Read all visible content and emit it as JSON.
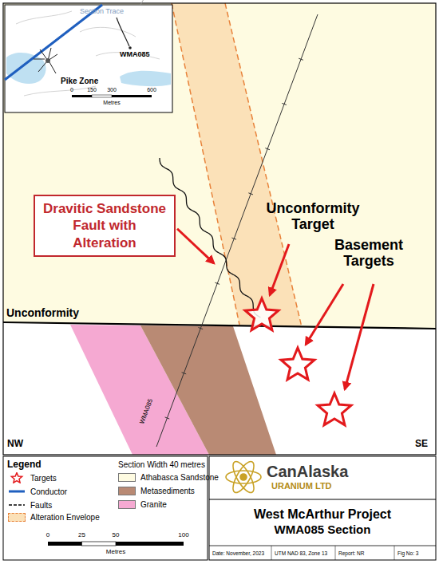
{
  "diagram": {
    "nodes": [
      {
        "text": [
          "Dravitic Sandstone Fault with Alteration"
        ]
      },
      {
        "text": [
          "West McArthur Project",
          "WMA085 Section"
        ]
      }
    ],
    "labels": [
      "Section Trace",
      "WMA085",
      "Pike Zone",
      "0",
      "150",
      "300",
      "600",
      "Metres",
      "Unconformity",
      "Unconformity Target",
      "Basement Targets",
      "WMA085",
      "NW",
      "SE",
      "Legend",
      "Section Width 40 metres",
      "0",
      "25",
      "50",
      "100",
      "Metres",
      "CanAlaska",
      "URANIUM LTD",
      "Date: November, 2023",
      "UTM NAD 83, Zone 13",
      "Report: NR",
      "Fig No: 3"
    ],
    "legend": [
      {
        "text": "Targets"
      },
      {
        "text": "Conductor"
      },
      {
        "text": "Faults"
      },
      {
        "text": "Alteration Envelope",
        "color": "#fbe1b8"
      },
      {
        "text": "Athabasca Sandstone",
        "color": "#fefbe1"
      },
      {
        "text": "Metasediments",
        "color": "#b98a74"
      },
      {
        "text": "Granite",
        "color": "#f5a9d2"
      }
    ]
  }
}
